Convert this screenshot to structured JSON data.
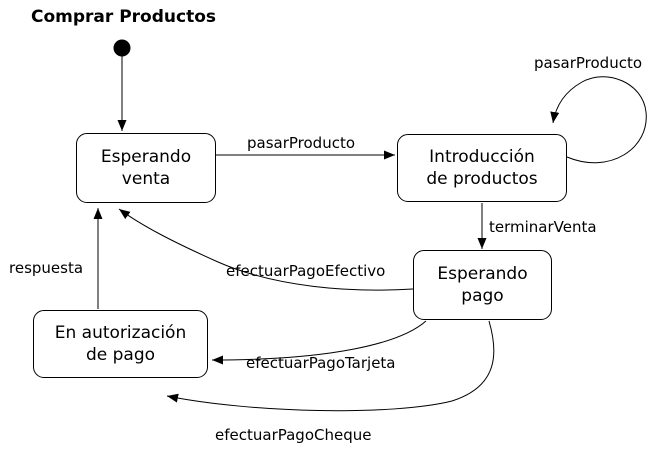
{
  "colors": {
    "line": "#000000",
    "background": "#ffffff",
    "state_fill": "#ffffff",
    "text": "#000000"
  },
  "diagram": {
    "title": "Comprar Productos",
    "kind": "uml-state-diagram",
    "initial_state": "initial",
    "states": {
      "esperando_venta": {
        "label": "Esperando\nventa"
      },
      "introduccion_productos": {
        "label": "Introducción\nde productos"
      },
      "esperando_pago": {
        "label": "Esperando\npago"
      },
      "en_autorizacion_pago": {
        "label": "En autorización\nde pago"
      }
    },
    "edges": [
      {
        "from": "initial",
        "to": "esperando_venta",
        "label": ""
      },
      {
        "from": "esperando_venta",
        "to": "introduccion_productos",
        "label": "pasarProducto"
      },
      {
        "from": "introduccion_productos",
        "to": "introduccion_productos",
        "label": "pasarProducto"
      },
      {
        "from": "introduccion_productos",
        "to": "esperando_pago",
        "label": "terminarVenta"
      },
      {
        "from": "esperando_pago",
        "to": "esperando_venta",
        "label": "efectuarPagoEfectivo"
      },
      {
        "from": "esperando_pago",
        "to": "en_autorizacion_pago",
        "label": "efectuarPagoTarjeta"
      },
      {
        "from": "esperando_pago",
        "to": "en_autorizacion_pago",
        "label": "efectuarPagoCheque"
      },
      {
        "from": "en_autorizacion_pago",
        "to": "esperando_venta",
        "label": "respuesta"
      }
    ]
  }
}
